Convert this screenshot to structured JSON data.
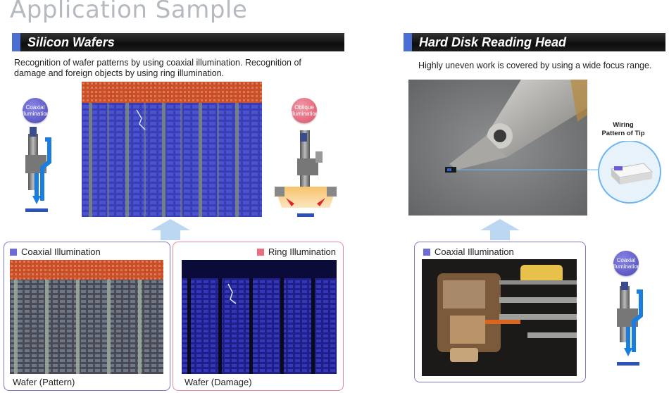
{
  "page_title": "Application Sample",
  "left": {
    "section_title": "Silicon Wafers",
    "description_line1": "Recognition of wafer patterns by using coaxial illumination. Recognition of",
    "description_line2": "damage and foreign objects by using ring illumination.",
    "coaxial_badge": [
      "Coaxial",
      "Illumination"
    ],
    "oblique_badge": [
      "Oblique",
      "Illumination"
    ],
    "panel_coaxial_label": "Coaxial Illumination",
    "panel_ring_label": "Ring Illumination",
    "caption_pattern": "Wafer (Pattern)",
    "caption_damage": "Wafer (Damage)"
  },
  "right": {
    "section_title": "Hard Disk Reading Head",
    "description": "Highly uneven work is covered by using a wide focus range.",
    "callout_line1": "Wiring",
    "callout_line2": "Pattern of Tip",
    "panel_coaxial_label": "Coaxial Illumination",
    "coaxial_badge": [
      "Coaxial",
      "Illumination"
    ]
  },
  "colors": {
    "coaxial": "#6e6bd9",
    "ring": "#ee6b7f",
    "wafer_blue": "#3b3fb8",
    "wafer_orange": "#d0582e",
    "light_blue_arrow": "#bcd7f1",
    "accent": "#4a6fd4"
  }
}
